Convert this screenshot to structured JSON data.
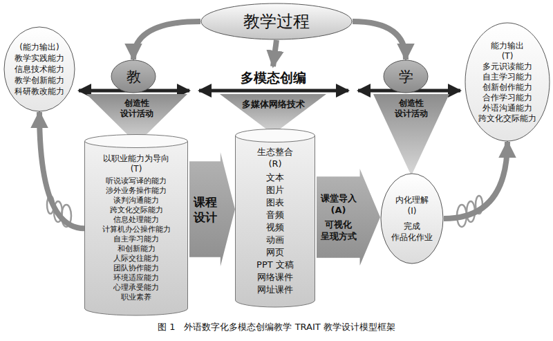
{
  "diagram": {
    "caption": "图 1　外语数字化多模态创编教学 TRAIT 教学设计模型框架",
    "nodes": [
      {
        "text": [
          "教学过程"
        ]
      },
      {
        "text": [
          "教"
        ]
      },
      {
        "text": [
          "多模态创编"
        ]
      },
      {
        "text": [
          "学"
        ]
      },
      {
        "text": [
          "(能力输出)",
          "教学实践能力",
          "信息技术能力",
          "教学创新能力",
          "科研教改能力"
        ]
      },
      {
        "text": [
          "创造性 设计活动"
        ]
      },
      {
        "text": [
          "多媒体网络技术"
        ]
      },
      {
        "text": [
          "创造性 设计活动"
        ]
      },
      {
        "text": [
          "能力输出 (T)",
          "多元识读能力",
          "自主学习能力",
          "创新创作能力",
          "合作学习能力",
          "外语沟通能力",
          "跨文化交际能力"
        ]
      },
      {
        "text": [
          "以职业能力为导向 (T)",
          "听说读写译的能力",
          "涉外业务操作能力",
          "谈判沟通能力",
          "跨文化交际能力",
          "信息处理能力",
          "计算机办公操作能力",
          "自主学习能力",
          "和创新能力",
          "人际交往能力",
          "团队协作能力",
          "环境适应能力",
          "心理承受能力",
          "职业素养"
        ]
      },
      {
        "text": [
          "课程 设计"
        ]
      },
      {
        "text": [
          "生态整合 (R)",
          "文本",
          "图片",
          "图表",
          "音频",
          "视频",
          "动画",
          "网页",
          "PPT 文稿",
          "网络课件",
          "网址课件"
        ]
      },
      {
        "text": [
          "课堂导入 (A)",
          "可视化 呈现方式"
        ]
      },
      {
        "text": [
          "内化理解 (I)",
          "完成 作品化作业"
        ]
      }
    ],
    "edges": [
      {
        "from": 0,
        "to": 1,
        "arrow": "to"
      },
      {
        "from": 0,
        "to": 2,
        "arrow": "to"
      },
      {
        "from": 0,
        "to": 3,
        "arrow": "to"
      },
      {
        "from": 9,
        "to": 4,
        "arrow": "to"
      },
      {
        "from": 13,
        "to": 8,
        "arrow": "to"
      }
    ]
  }
}
